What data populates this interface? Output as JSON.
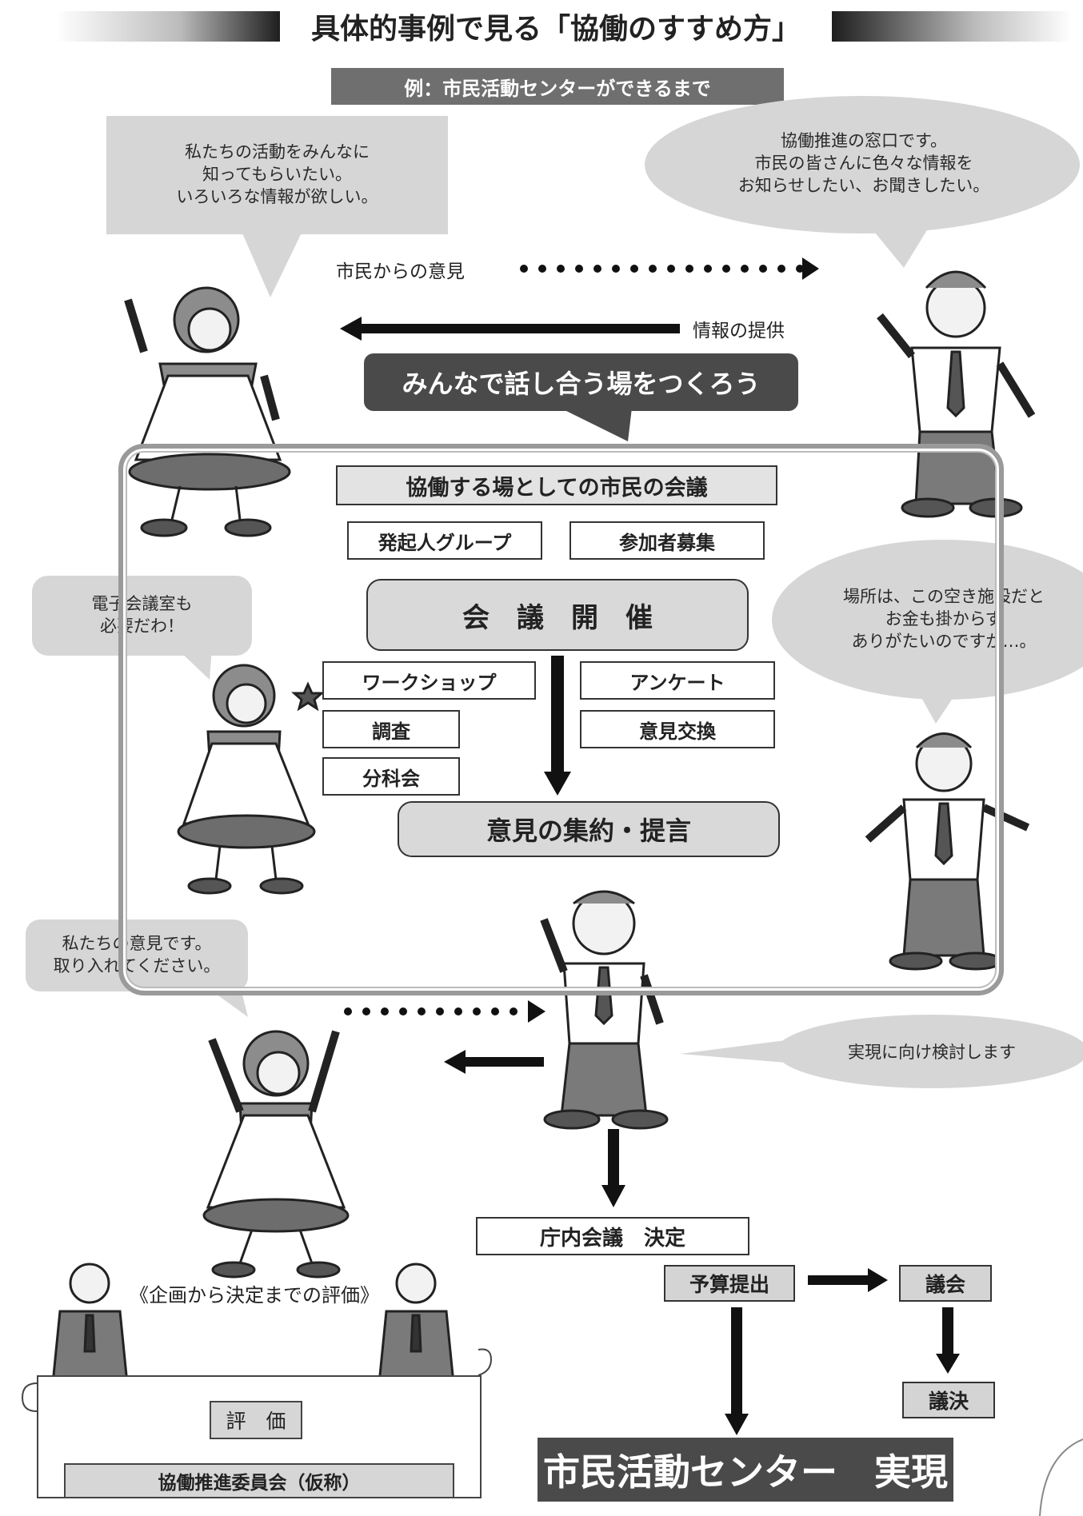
{
  "header": {
    "title": "具体的事例で見る「協働のすすめ方」",
    "subtitle": "例：市民活動センターができるまで"
  },
  "bubbles": {
    "citizen_top": [
      "私たちの活動をみんなに",
      "知ってもらいたい。",
      "いろいろな情報が欲しい。"
    ],
    "official_top": [
      "協働推進の窓口です。",
      "市民の皆さんに色々な情報を",
      "お知らせしたい、お聞きしたい。"
    ],
    "citizen_mid": [
      "電子会議室も",
      "必要だわ！"
    ],
    "official_mid": [
      "場所は、この空き施設だと",
      "お金も掛からず",
      "ありがたいのですが…。"
    ],
    "citizen_bottom": [
      "私たちの意見です。",
      "取り入れてください。"
    ],
    "official_bottom": "実現に向け検討します"
  },
  "flow": {
    "opinion_label": "市民からの意見",
    "info_label": "情報の提供",
    "call_to_action": "みんなで話し合う場をつくろう"
  },
  "meeting": {
    "title": "協働する場としての市民の会議",
    "founders": "発起人グループ",
    "recruit": "参加者募集",
    "held": "会　議　開　催",
    "workshop": "ワークショップ",
    "survey_q": "アンケート",
    "survey": "調査",
    "exchange": "意見交換",
    "subcommittee": "分科会",
    "summary": "意見の集約・提言"
  },
  "decision": {
    "internal": "庁内会議　決定",
    "budget": "予算提出",
    "council": "議会",
    "vote": "議決",
    "result": "市民活動センター　実現"
  },
  "evaluation": {
    "title": "《企画から決定までの評価》",
    "label": "評　価",
    "committee": "協働推進委員会（仮称）"
  },
  "colors": {
    "dark_fill": "#4a4a4a",
    "bubble_fill": "#d6d6d6",
    "frame": "#9a9a9a"
  }
}
